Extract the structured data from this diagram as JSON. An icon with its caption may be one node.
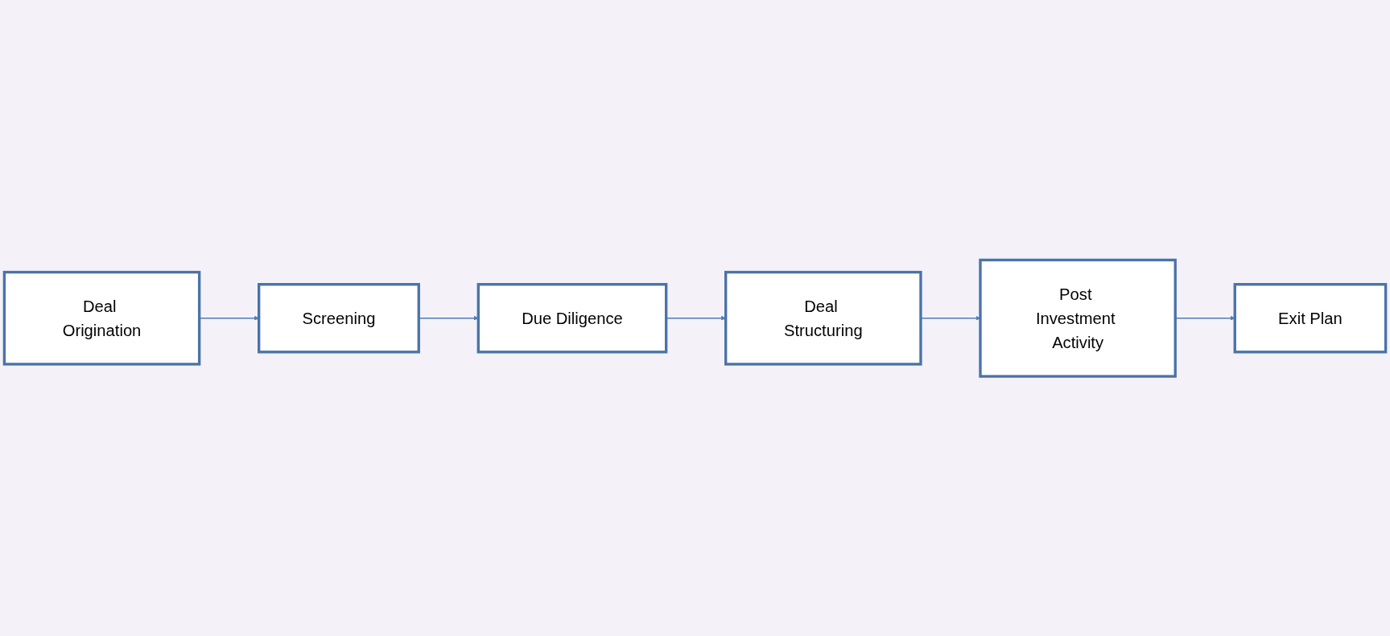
{
  "diagram": {
    "nodes": [
      {
        "text": [
          "Deal Origination"
        ]
      },
      {
        "text": [
          "Screening"
        ]
      },
      {
        "text": [
          "Due Diligence"
        ]
      },
      {
        "text": [
          "Deal Structuring"
        ]
      },
      {
        "text": [
          "Post Investment Activity"
        ]
      },
      {
        "text": [
          "Exit Plan"
        ]
      }
    ],
    "edges": [
      {
        "from": 0,
        "to": 1,
        "arrow": "to"
      },
      {
        "from": 1,
        "to": 2,
        "arrow": "to"
      },
      {
        "from": 2,
        "to": 3,
        "arrow": "to"
      },
      {
        "from": 3,
        "to": 4,
        "arrow": "to"
      },
      {
        "from": 4,
        "to": 5,
        "arrow": "to"
      }
    ]
  }
}
